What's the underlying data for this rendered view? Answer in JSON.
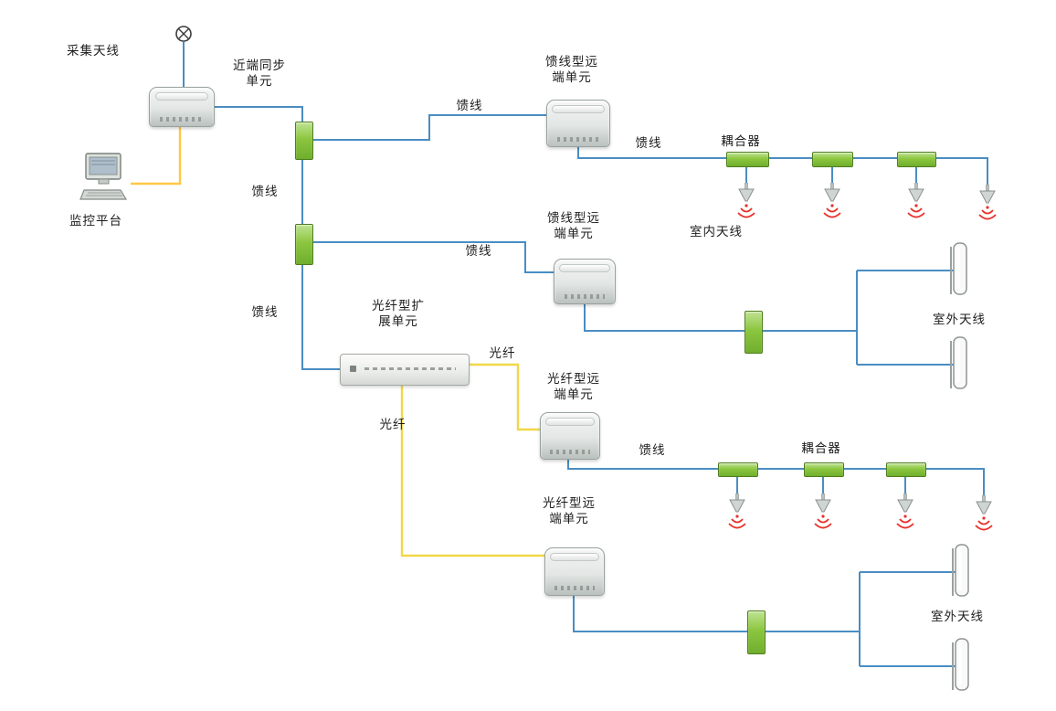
{
  "diagram": {
    "type": "topology-diagram",
    "title": "",
    "labels": {
      "collect_antenna": "采集天线",
      "near_end_sync_unit": "近端同步\n单元",
      "monitoring_platform": "监控平台",
      "feeder": "馈线",
      "fiber": "光纤",
      "feeder_remote_unit": "馈线型远\n端单元",
      "fiber_expansion_unit": "光纤型扩\n展单元",
      "fiber_remote_unit": "光纤型远\n端单元",
      "coupler": "耦合器",
      "indoor_antenna": "室内天线",
      "outdoor_antenna": "室外天线"
    },
    "colors": {
      "feeder_line": "#4a8dc2",
      "fiber_line": "#f0d848",
      "monitor_cable": "#ffc845",
      "coupler_fill": "#8cc63f",
      "coupler_border": "#4f7d1f",
      "signal_mark": "#e8312a",
      "text": "#1c1c1c",
      "background": "#ffffff"
    },
    "nodes": [
      {
        "id": "collect-antenna",
        "label": "采集天线",
        "kind": "antenna-symbol"
      },
      {
        "id": "near-end-sync-unit",
        "label": "近端同步单元",
        "kind": "device"
      },
      {
        "id": "monitoring-platform",
        "label": "监控平台",
        "kind": "computer"
      },
      {
        "id": "splitter-1",
        "label": "",
        "kind": "splitter"
      },
      {
        "id": "splitter-2",
        "label": "",
        "kind": "splitter"
      },
      {
        "id": "feeder-remote-unit-1",
        "label": "馈线型远端单元",
        "kind": "device"
      },
      {
        "id": "feeder-remote-unit-2",
        "label": "馈线型远端单元",
        "kind": "device"
      },
      {
        "id": "fiber-expansion-unit",
        "label": "光纤型扩展单元",
        "kind": "rack-device"
      },
      {
        "id": "fiber-remote-unit-1",
        "label": "光纤型远端单元",
        "kind": "device"
      },
      {
        "id": "fiber-remote-unit-2",
        "label": "光纤型远端单元",
        "kind": "device"
      },
      {
        "id": "coupler-row-1",
        "label": "耦合器",
        "count": 3
      },
      {
        "id": "coupler-row-2",
        "label": "耦合器",
        "count": 3
      },
      {
        "id": "splitter-3",
        "label": "",
        "kind": "splitter"
      },
      {
        "id": "splitter-4",
        "label": "",
        "kind": "splitter"
      },
      {
        "id": "indoor-antennas-row-1",
        "label": "室内天线",
        "count": 4
      },
      {
        "id": "indoor-antennas-row-2",
        "label": "",
        "count": 4
      },
      {
        "id": "outdoor-antennas-upper",
        "label": "室外天线",
        "count": 2
      },
      {
        "id": "outdoor-antennas-lower",
        "label": "室外天线",
        "count": 2
      }
    ],
    "edges": [
      {
        "from": "collect-antenna",
        "to": "near-end-sync-unit",
        "label": ""
      },
      {
        "from": "monitoring-platform",
        "to": "near-end-sync-unit",
        "label": ""
      },
      {
        "from": "near-end-sync-unit",
        "to": "splitter-1",
        "label": ""
      },
      {
        "from": "splitter-1",
        "to": "feeder-remote-unit-1",
        "label": "馈线"
      },
      {
        "from": "splitter-1",
        "to": "splitter-2",
        "label": "馈线"
      },
      {
        "from": "splitter-2",
        "to": "feeder-remote-unit-2",
        "label": "馈线"
      },
      {
        "from": "splitter-2",
        "to": "fiber-expansion-unit",
        "label": "馈线"
      },
      {
        "from": "feeder-remote-unit-1",
        "to": "coupler-row-1",
        "label": "馈线"
      },
      {
        "from": "coupler-row-1",
        "to": "indoor-antennas-row-1",
        "label": ""
      },
      {
        "from": "feeder-remote-unit-2",
        "to": "splitter-3",
        "label": ""
      },
      {
        "from": "splitter-3",
        "to": "outdoor-antennas-upper",
        "label": ""
      },
      {
        "from": "fiber-expansion-unit",
        "to": "fiber-remote-unit-1",
        "label": "光纤"
      },
      {
        "from": "fiber-expansion-unit",
        "to": "fiber-remote-unit-2",
        "label": "光纤"
      },
      {
        "from": "fiber-remote-unit-1",
        "to": "coupler-row-2",
        "label": "馈线"
      },
      {
        "from": "coupler-row-2",
        "to": "indoor-antennas-row-2",
        "label": ""
      },
      {
        "from": "fiber-remote-unit-2",
        "to": "splitter-4",
        "label": ""
      },
      {
        "from": "splitter-4",
        "to": "outdoor-antennas-lower",
        "label": ""
      }
    ]
  }
}
